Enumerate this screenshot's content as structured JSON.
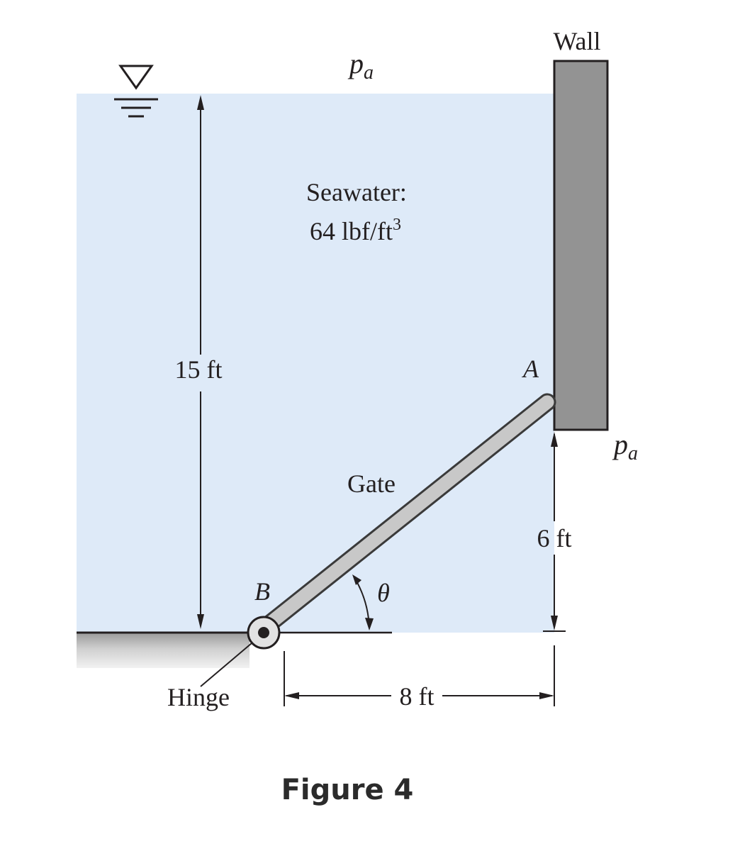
{
  "labels": {
    "wall": "Wall",
    "pa_symbol": "p",
    "pa_subscript": "a",
    "fluid_name": "Seawater:",
    "fluid_weight_base": "64 lbf/ft",
    "fluid_weight_exp": "3",
    "depth_total": "15 ft",
    "point_a": "A",
    "point_b": "B",
    "gate": "Gate",
    "angle": "θ",
    "height_a": "6 ft",
    "horizontal_span": "8 ft",
    "hinge": "Hinge"
  },
  "caption": "Figure 4",
  "colors": {
    "water": "#deeaf8",
    "wall": "#939393",
    "gate": "#c8c8c8",
    "ground": "#d0d0d0",
    "line": "#231f20"
  }
}
